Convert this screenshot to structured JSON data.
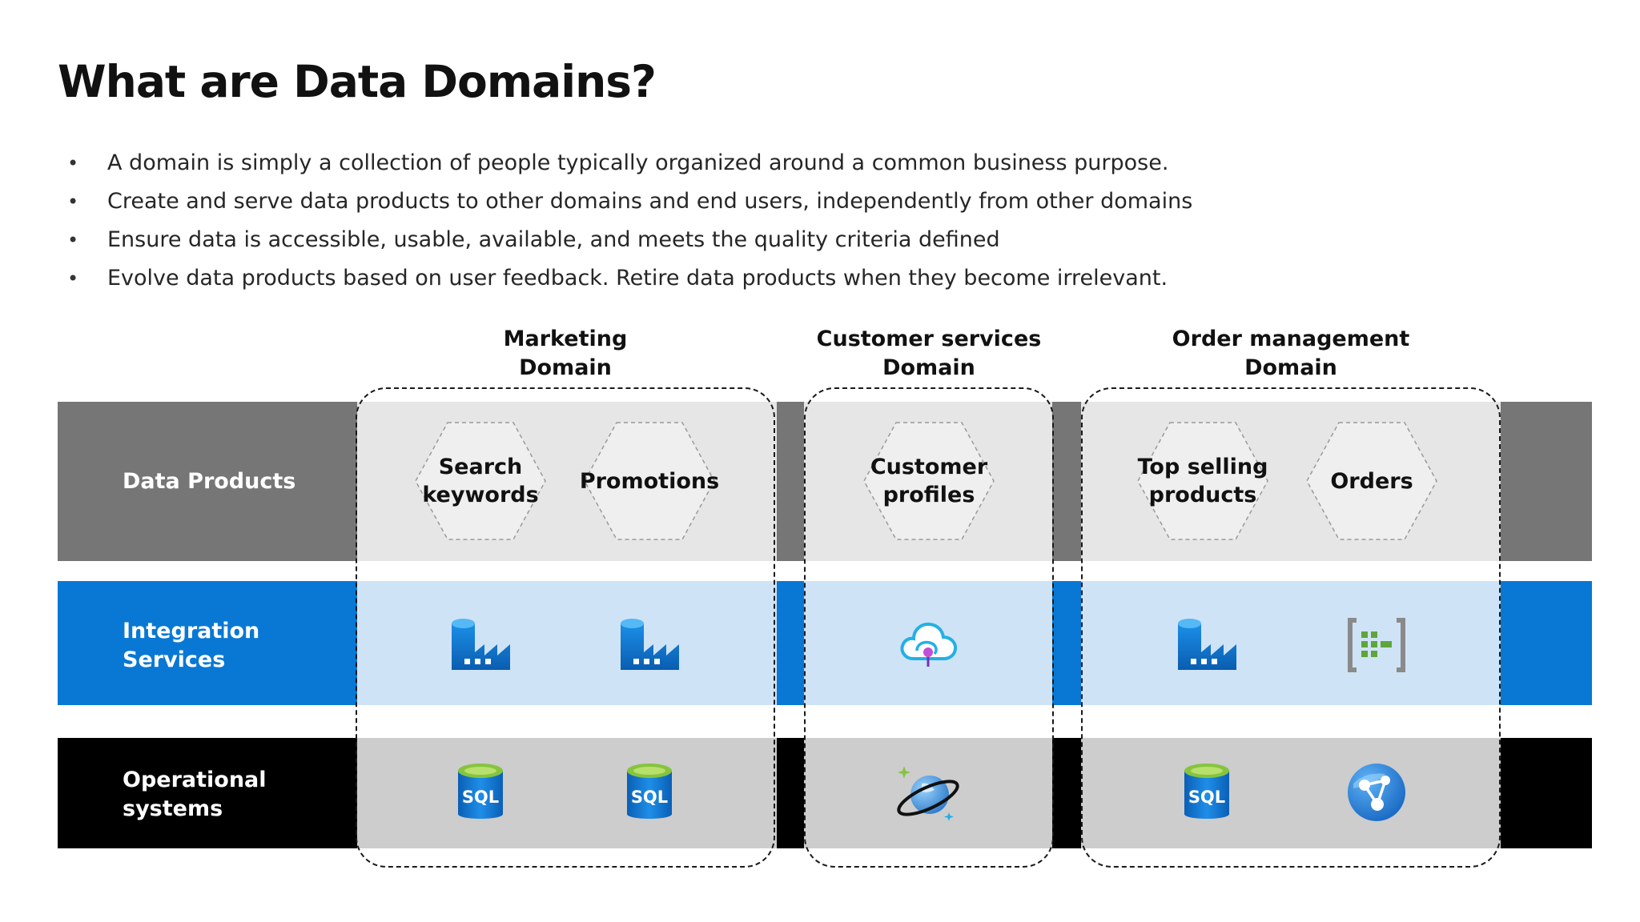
{
  "title": "What are Data Domains?",
  "bullets": [
    "A domain is simply a collection of people typically organized around a common business purpose.",
    "Create and serve data products to other domains and end users, independently from other domains",
    "Ensure data is accessible, usable, available, and meets the quality criteria defined",
    "Evolve data products based on user feedback. Retire data products when they become irrelevant."
  ],
  "rows": {
    "data_products": "Data Products",
    "integration_services": [
      "Integration",
      "Services"
    ],
    "operational_systems": [
      "Operational",
      "systems"
    ]
  },
  "domains": [
    {
      "header": [
        "Marketing",
        "Domain"
      ],
      "products": [
        [
          "Search",
          "keywords"
        ],
        [
          "Promotions"
        ]
      ],
      "integration_icons": [
        "data-factory-icon",
        "data-factory-icon"
      ],
      "operational_icons": [
        "sql-database-icon",
        "sql-database-icon"
      ]
    },
    {
      "header": [
        "Customer services",
        "Domain"
      ],
      "products": [
        [
          "Customer",
          "profiles"
        ]
      ],
      "integration_icons": [
        "api-management-cloud-icon"
      ],
      "operational_icons": [
        "cosmos-db-icon"
      ]
    },
    {
      "header": [
        "Order management",
        "Domain"
      ],
      "products": [
        [
          "Top selling",
          "products"
        ],
        [
          "Orders"
        ]
      ],
      "integration_icons": [
        "data-factory-icon",
        "event-hubs-icon"
      ],
      "operational_icons": [
        "sql-database-icon",
        "web-app-icon"
      ]
    }
  ],
  "icon_text": {
    "sql": "SQL"
  },
  "colors": {
    "data_products_band": "#767676",
    "integration_band": "#0878d4",
    "operational_band": "#000000",
    "products_cell": "#e6e6e6",
    "integration_cell": "#cfe3f6",
    "operational_cell": "#cdcdcd",
    "sql_top": "#86c440"
  }
}
